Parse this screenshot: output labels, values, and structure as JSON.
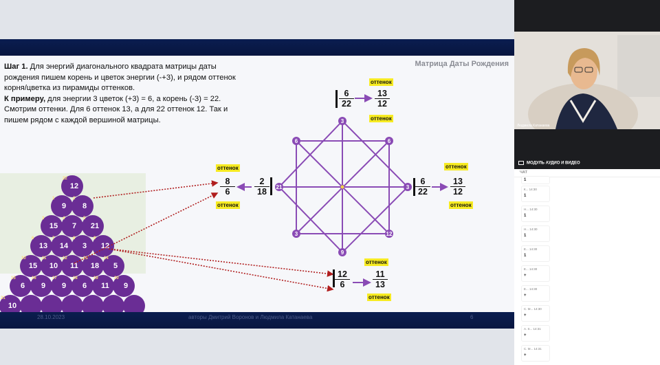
{
  "slide": {
    "title": "Матрица Даты Рождения",
    "step_bold": "Шаг 1.",
    "step_text": " Для энергий диагонального квадрата матрицы даты рождения пишем корень и цветок энергии (-+3), и рядом оттенок корня/цветка из пирамиды оттенков.",
    "example_bold": "К примеру,",
    "example_text": " для энергии 3 цветок (+3) = 6, а корень (-3) = 22. Смотрим оттенки. Для 6 оттенок 13, а для 22 оттенок 12. Так и пишем рядом с каждой вершиной матрицы.",
    "footer_date": "28.10.2023",
    "footer_authors": "авторы Дмитрий Воронов и Людмила Катанаева",
    "footer_page": "6"
  },
  "pyramid": [
    {
      "small": "22",
      "big": "12"
    },
    {
      "small": "1",
      "big": "9"
    },
    {
      "small": "2",
      "big": "8"
    },
    {
      "small": "3",
      "big": "15"
    },
    {
      "small": "4",
      "big": "7"
    },
    {
      "small": "5",
      "big": "21"
    },
    {
      "small": "6",
      "big": "13"
    },
    {
      "small": "7",
      "big": "14"
    },
    {
      "small": "8",
      "big": "3"
    },
    {
      "small": "9",
      "big": "12"
    },
    {
      "small": "10",
      "big": "15"
    },
    {
      "small": "11",
      "big": "10"
    },
    {
      "small": "12",
      "big": "11"
    },
    {
      "small": "13",
      "big": "18"
    },
    {
      "small": "14",
      "big": "5"
    },
    {
      "small": "15",
      "big": "6"
    },
    {
      "small": "16",
      "big": "9"
    },
    {
      "small": "17",
      "big": "9"
    },
    {
      "small": "18",
      "big": "6"
    },
    {
      "small": "19",
      "big": "11"
    },
    {
      "small": "20",
      "big": "9"
    },
    {
      "small": "21",
      "big": "10"
    }
  ],
  "diagram_nodes": {
    "top": "3",
    "top_left": "6",
    "top_right": "6",
    "left": "21",
    "right": "3",
    "bottom_left": "3",
    "bottom_right": "12",
    "bottom": "9"
  },
  "fractions": {
    "top_root": {
      "num": "6",
      "den": "22"
    },
    "top_shade": {
      "num": "13",
      "den": "12"
    },
    "left_root": {
      "num": "2",
      "den": "18"
    },
    "left_shade": {
      "num": "8",
      "den": "6"
    },
    "right_root": {
      "num": "6",
      "den": "22"
    },
    "right_shade": {
      "num": "13",
      "den": "12"
    },
    "bottom_root": {
      "num": "12",
      "den": "6"
    },
    "bottom_shade": {
      "num": "11",
      "den": "13"
    }
  },
  "tag_label": "оттенок",
  "panel": {
    "participant_name": "Людмила Катанаева",
    "module_label": "МОДУЛЬ АУДИО И ВИДЕО",
    "chat_title": "ЧАТ",
    "messages": [
      {
        "meta": "",
        "text": "1"
      },
      {
        "meta": "К... 14:30",
        "text": "1"
      },
      {
        "meta": "Н... 14:30",
        "text": "1"
      },
      {
        "meta": "Н... 14:30",
        "text": "1"
      },
      {
        "meta": "Е... 14:30",
        "text": "1"
      },
      {
        "meta": "Е... 14:30",
        "text": "+"
      },
      {
        "meta": "Е... 14:30",
        "text": "+"
      },
      {
        "meta": "С. М... 14:30",
        "text": "+"
      },
      {
        "meta": "А. S... 14:31",
        "text": "+"
      },
      {
        "meta": "С. М... 14:31",
        "text": "+"
      }
    ]
  },
  "colors": {
    "ball": "#6a2d95",
    "line": "#8a4bb5",
    "arrow_red": "#b01e1e",
    "tag": "#f7eb22",
    "slide_bar": "#0a1d50"
  }
}
